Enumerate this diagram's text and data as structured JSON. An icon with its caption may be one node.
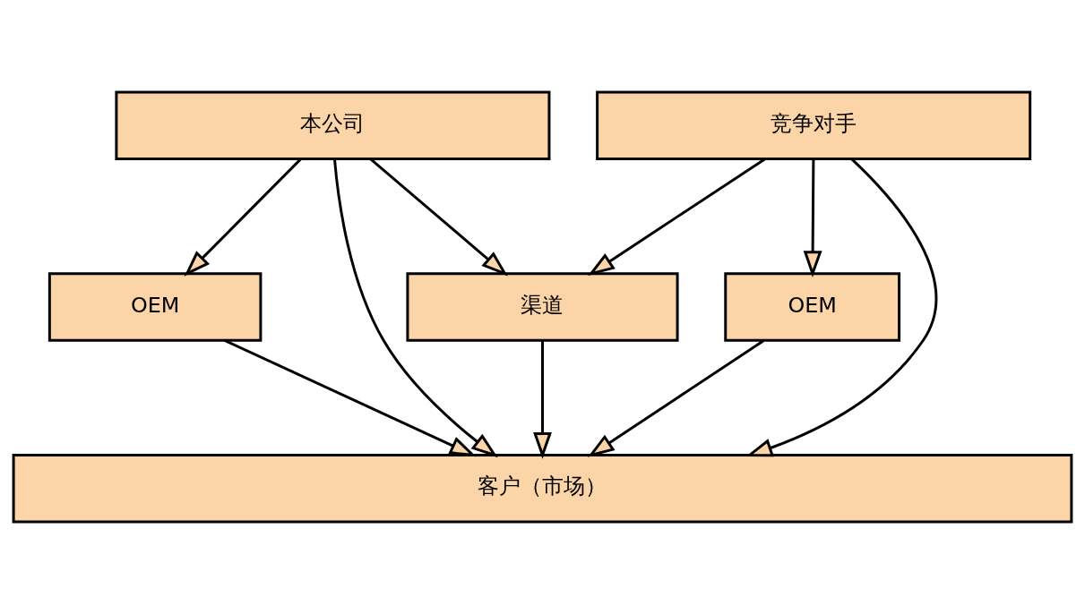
{
  "diagram": {
    "nodes": [
      {
        "text": [
          "本公司"
        ]
      },
      {
        "text": [
          "竞争对手"
        ]
      },
      {
        "text": [
          "OEM"
        ]
      },
      {
        "text": [
          "渠道"
        ]
      },
      {
        "text": [
          "OEM"
        ]
      },
      {
        "text": [
          "客户（市场）"
        ]
      }
    ],
    "edges": [
      {
        "from": 0,
        "to": 2,
        "arrow": "to"
      },
      {
        "from": 0,
        "to": 5,
        "arrow": "to"
      },
      {
        "from": 0,
        "to": 3,
        "arrow": "to"
      },
      {
        "from": 1,
        "to": 3,
        "arrow": "to"
      },
      {
        "from": 1,
        "to": 5,
        "arrow": "to"
      },
      {
        "from": 1,
        "to": 4,
        "arrow": "to"
      },
      {
        "from": 2,
        "to": 5,
        "arrow": "to"
      },
      {
        "from": 3,
        "to": 5,
        "arrow": "to"
      },
      {
        "from": 4,
        "to": 5,
        "arrow": "to"
      }
    ]
  }
}
